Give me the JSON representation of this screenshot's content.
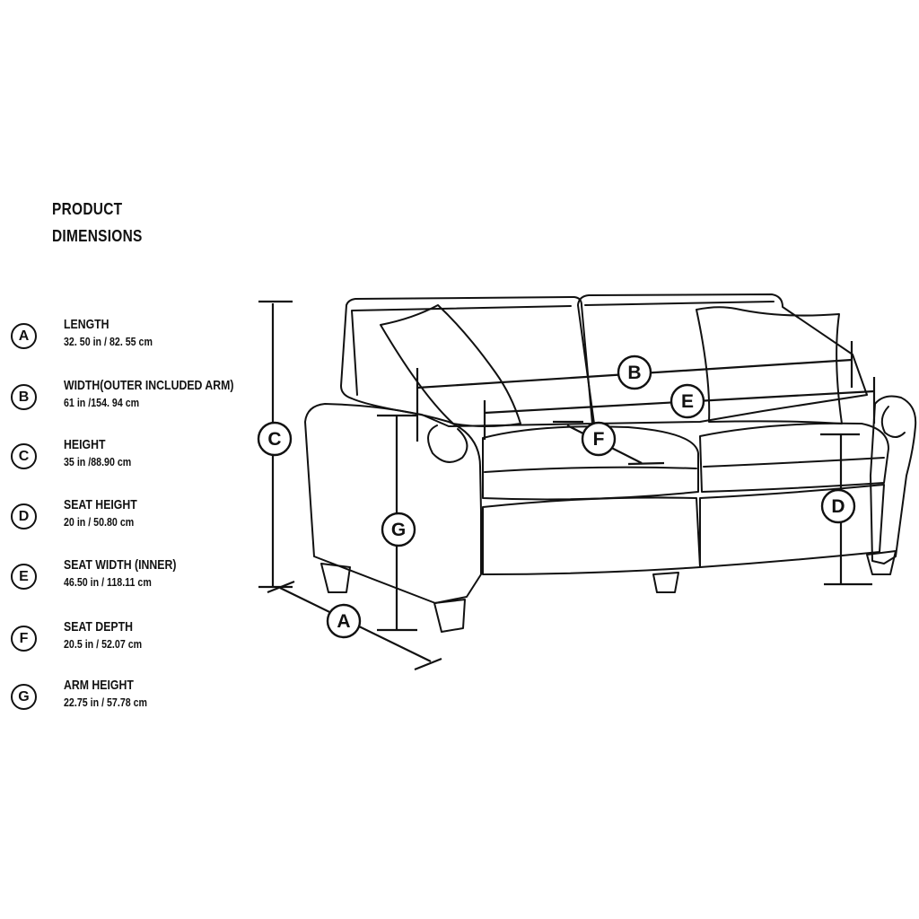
{
  "header": {
    "line1": "PRODUCT",
    "line2": "DIMENSIONS"
  },
  "dimensions": [
    {
      "key": "A",
      "label": "LENGTH",
      "value": "32. 50 in / 82. 55 cm"
    },
    {
      "key": "B",
      "label": "WIDTH(OUTER INCLUDED ARM)",
      "value": "61 in /154. 94 cm"
    },
    {
      "key": "C",
      "label": "HEIGHT",
      "value": "35 in /88.90 cm"
    },
    {
      "key": "D",
      "label": "SEAT HEIGHT",
      "value": "20 in / 50.80 cm"
    },
    {
      "key": "E",
      "label": "SEAT WIDTH (INNER)",
      "value": "46.50 in / 118.11 cm"
    },
    {
      "key": "F",
      "label": "SEAT DEPTH",
      "value": "20.5 in / 52.07 cm"
    },
    {
      "key": "G",
      "label": "ARM HEIGHT",
      "value": "22.75 in / 57.78 cm"
    }
  ],
  "callouts": {
    "A": "A",
    "B": "B",
    "C": "C",
    "D": "D",
    "E": "E",
    "F": "F",
    "G": "G"
  },
  "colors": {
    "ink": "#111111",
    "background": "#ffffff"
  }
}
